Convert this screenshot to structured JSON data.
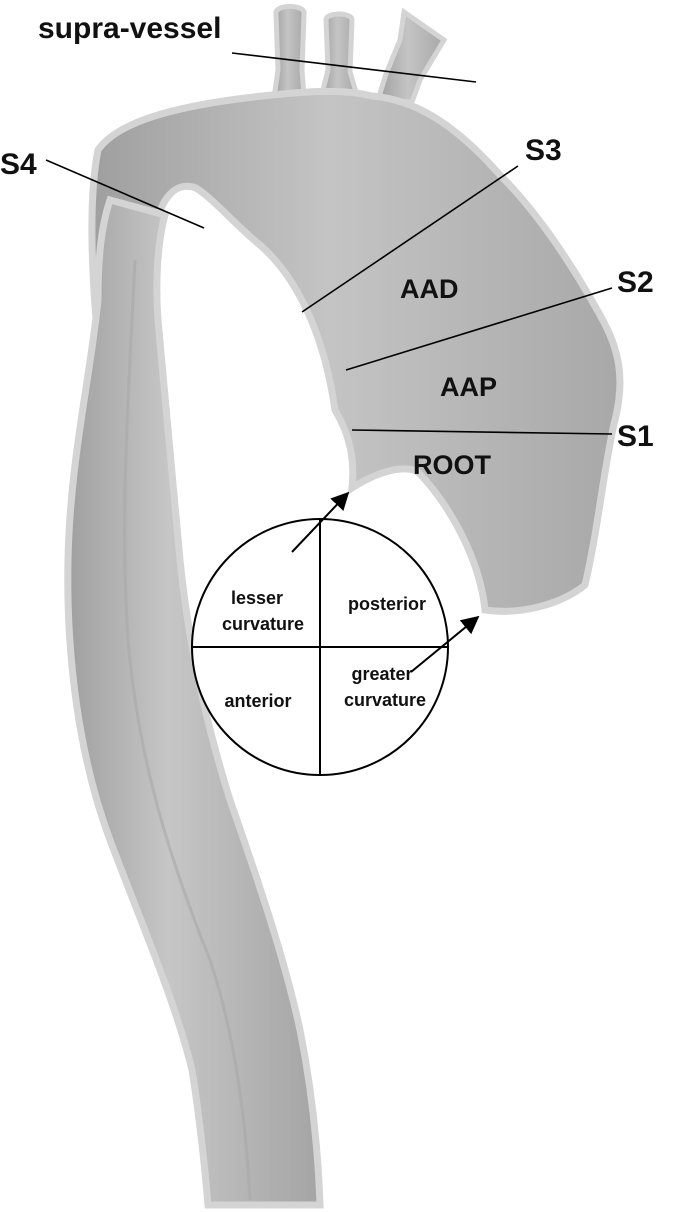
{
  "labels": {
    "supra_vessel": "supra-vessel",
    "s1": "S1",
    "s2": "S2",
    "s3": "S3",
    "s4": "S4"
  },
  "segments": {
    "aad": "AAD",
    "aap": "AAP",
    "root": "ROOT"
  },
  "quadrants": {
    "lesser_line1": "lesser",
    "lesser_line2": "curvature",
    "posterior": "posterior",
    "anterior": "anterior",
    "greater_line1": "greater",
    "greater_line2": "curvature"
  },
  "colors": {
    "vessel_fill": "#b9b9b9",
    "vessel_rim": "#d4d4d4",
    "vessel_shadow": "#9a9a9a",
    "ink": "#000000"
  }
}
